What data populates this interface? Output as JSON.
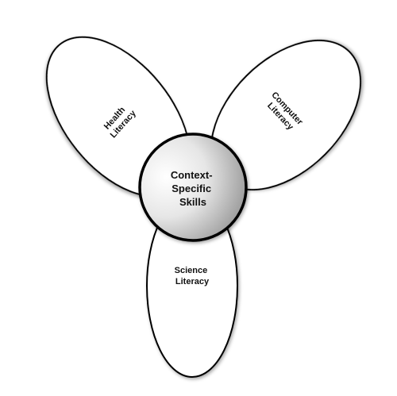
{
  "diagram": {
    "center": {
      "lines": [
        "Context-",
        "Specific",
        "Skills"
      ]
    },
    "petals": {
      "health": {
        "lines": [
          "Health",
          "Literacy"
        ]
      },
      "computer": {
        "lines": [
          "Computer",
          "Literacy"
        ]
      },
      "science": {
        "lines": [
          "Science",
          "Literacy"
        ]
      }
    }
  }
}
